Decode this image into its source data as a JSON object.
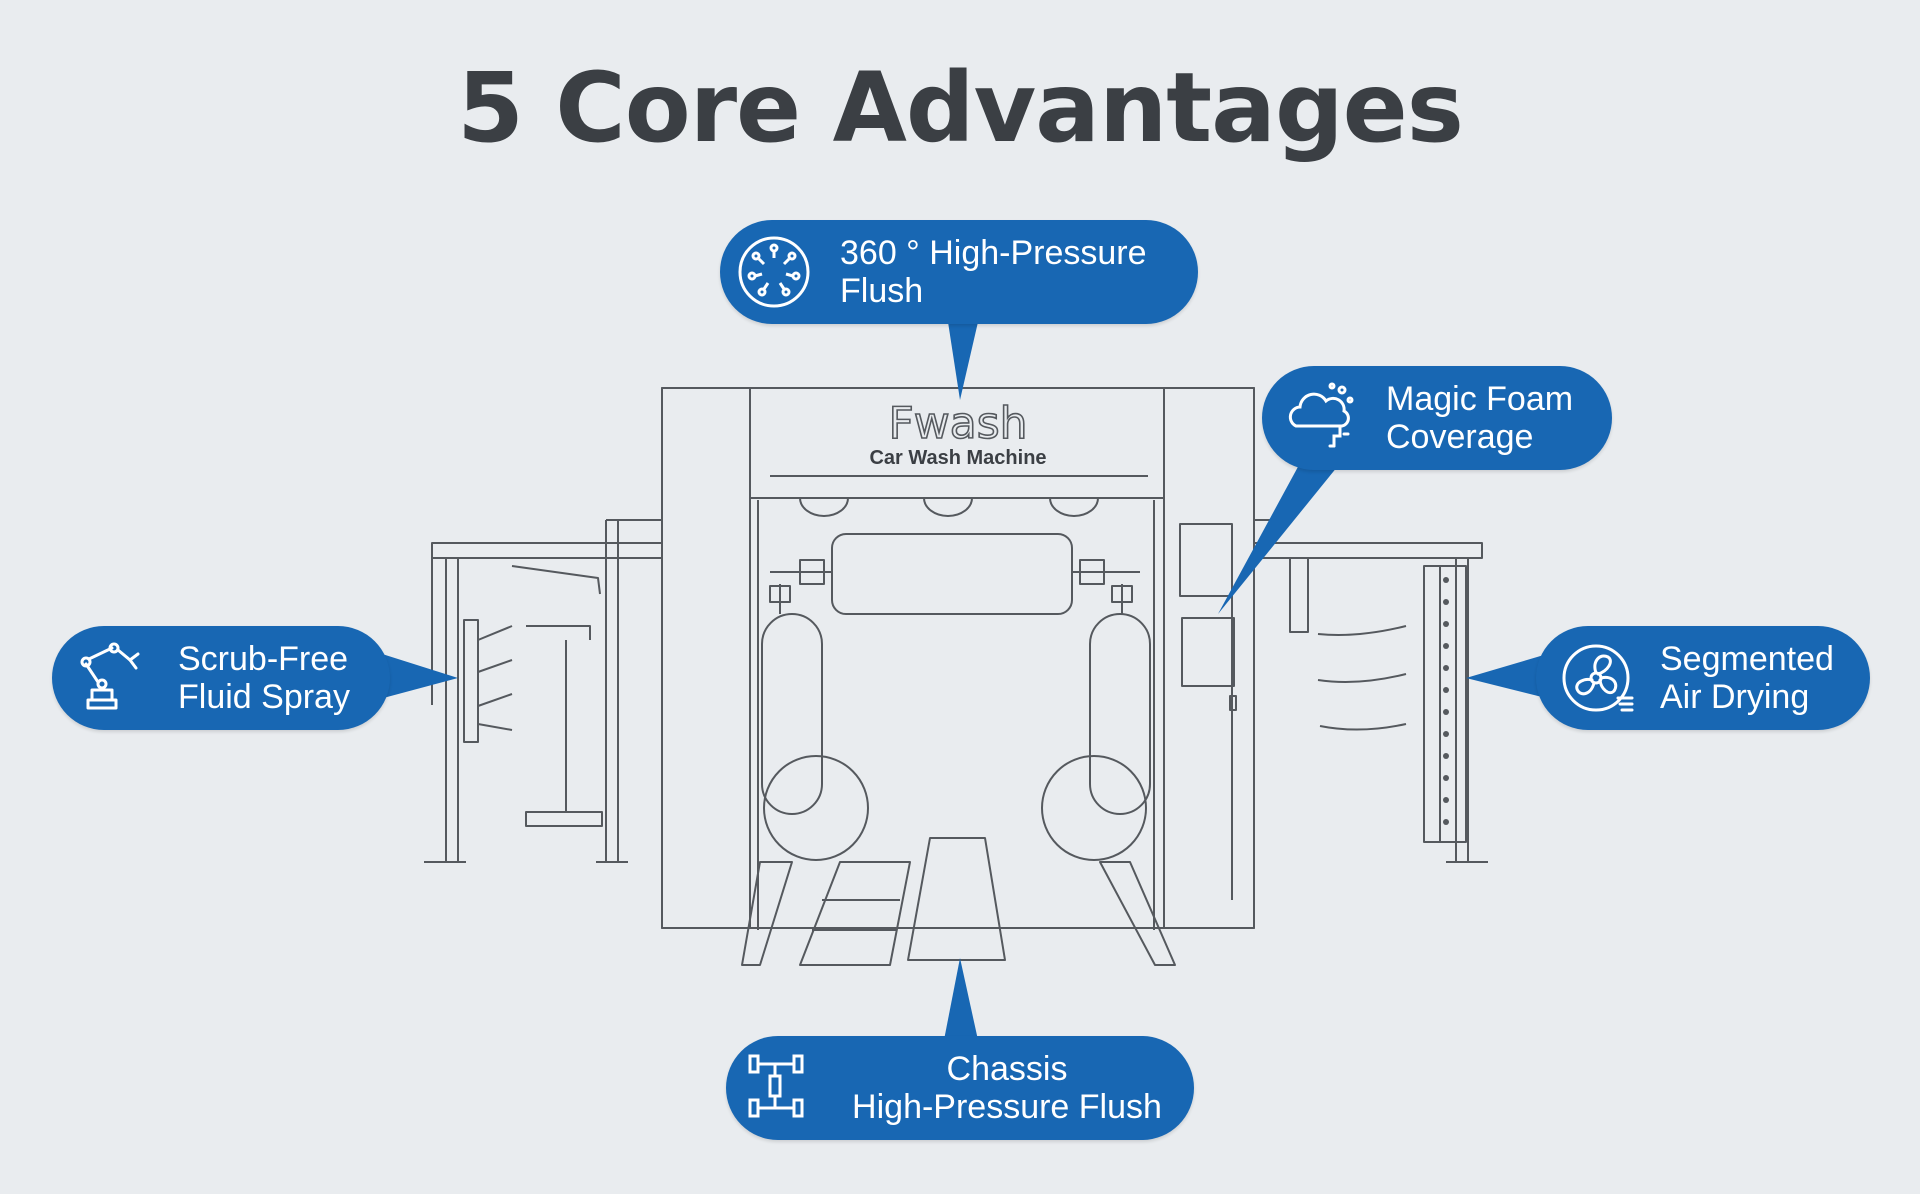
{
  "title": "5 Core Advantages",
  "machine": {
    "brand": "Fwash",
    "subtitle": "Car Wash Machine"
  },
  "colors": {
    "background": "#e9ecef",
    "callout": "#1867b3",
    "line": "#55595e",
    "title": "#3b3f44"
  },
  "callouts": [
    {
      "id": "high-pressure-flush",
      "icon": "dial-nozzle-icon",
      "lines": [
        "360 ° High-Pressure",
        "Flush"
      ]
    },
    {
      "id": "magic-foam",
      "icon": "foam-cloud-icon",
      "lines": [
        "Magic Foam",
        "Coverage"
      ]
    },
    {
      "id": "scrub-free",
      "icon": "robot-arm-icon",
      "lines": [
        "Scrub-Free",
        "Fluid Spray"
      ]
    },
    {
      "id": "air-drying",
      "icon": "fan-icon",
      "lines": [
        "Segmented",
        "Air Drying"
      ]
    },
    {
      "id": "chassis",
      "icon": "chassis-icon",
      "lines": [
        "Chassis",
        "High-Pressure Flush"
      ]
    }
  ]
}
